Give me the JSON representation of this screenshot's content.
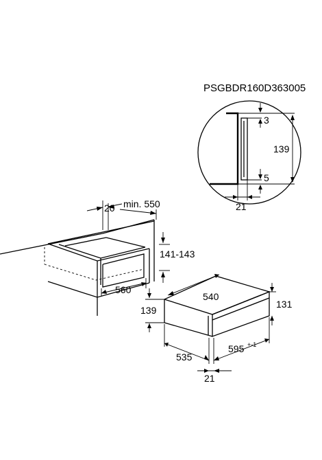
{
  "model_code": "PSGBDR160D363005",
  "detail": {
    "top_gap": "3",
    "height": "139",
    "bottom_gap": "5",
    "depth": "21"
  },
  "niche": {
    "offset": "20",
    "min_depth": "min. 550",
    "height_range": "141-143",
    "width": "560"
  },
  "appliance": {
    "depth_top": "540",
    "height_front": "131",
    "height_side": "139",
    "depth_bottom": "535",
    "width": "595",
    "width_tolerance": "+-1",
    "front_thickness": "21"
  }
}
